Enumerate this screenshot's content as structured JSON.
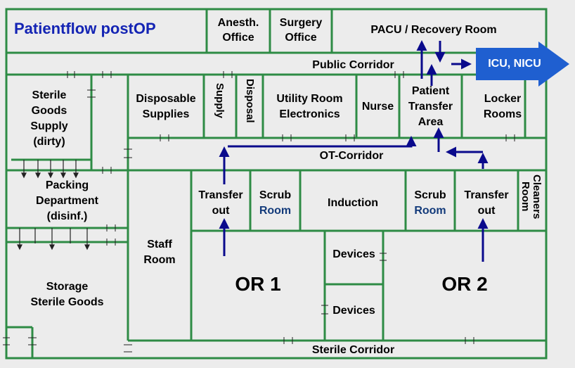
{
  "title": "Patientflow postOP",
  "rooms": {
    "anesth_office": "Anesth.\nOffice",
    "surgery_office": "Surgery\nOffice",
    "pacu": "PACU / Recovery Room",
    "public_corridor": "Public Corridor",
    "icu": "ICU, NICU",
    "sterile_goods_supply": "Sterile\nGoods\nSupply\n(dirty)",
    "disposable_supplies": "Disposable\nSupplies",
    "supply": "Supply",
    "disposal": "Disposal",
    "utility_room": "Utility Room\nElectronics",
    "nurse": "Nurse",
    "patient_transfer_area": "Patient\nTransfer\nArea",
    "locker_rooms": "Locker\nRooms",
    "ot_corridor": "OT-Corridor",
    "packing_department": "Packing\nDepartment\n(disinf.)",
    "transfer_out_1": "Transfer\nout",
    "scrub_1": "Scrub",
    "scrub_room_1": "Room",
    "induction": "Induction",
    "scrub_2": "Scrub",
    "scrub_room_2": "Room",
    "transfer_out_2": "Transfer\nout",
    "cleaners_room": "Cleaners\nRoom",
    "staff_room": "Staff\nRoom",
    "or1": "OR 1",
    "devices_1": "Devices",
    "devices_2": "Devices",
    "or2": "OR 2",
    "storage": "Storage\nSterile Goods",
    "sterile_corridor": "Sterile Corridor"
  },
  "colors": {
    "wall": "#2e8b45",
    "arrow": "#0a0a8c",
    "icu_arrow": "#1f5fd0",
    "title": "#1424b4",
    "background": "#ececec"
  }
}
